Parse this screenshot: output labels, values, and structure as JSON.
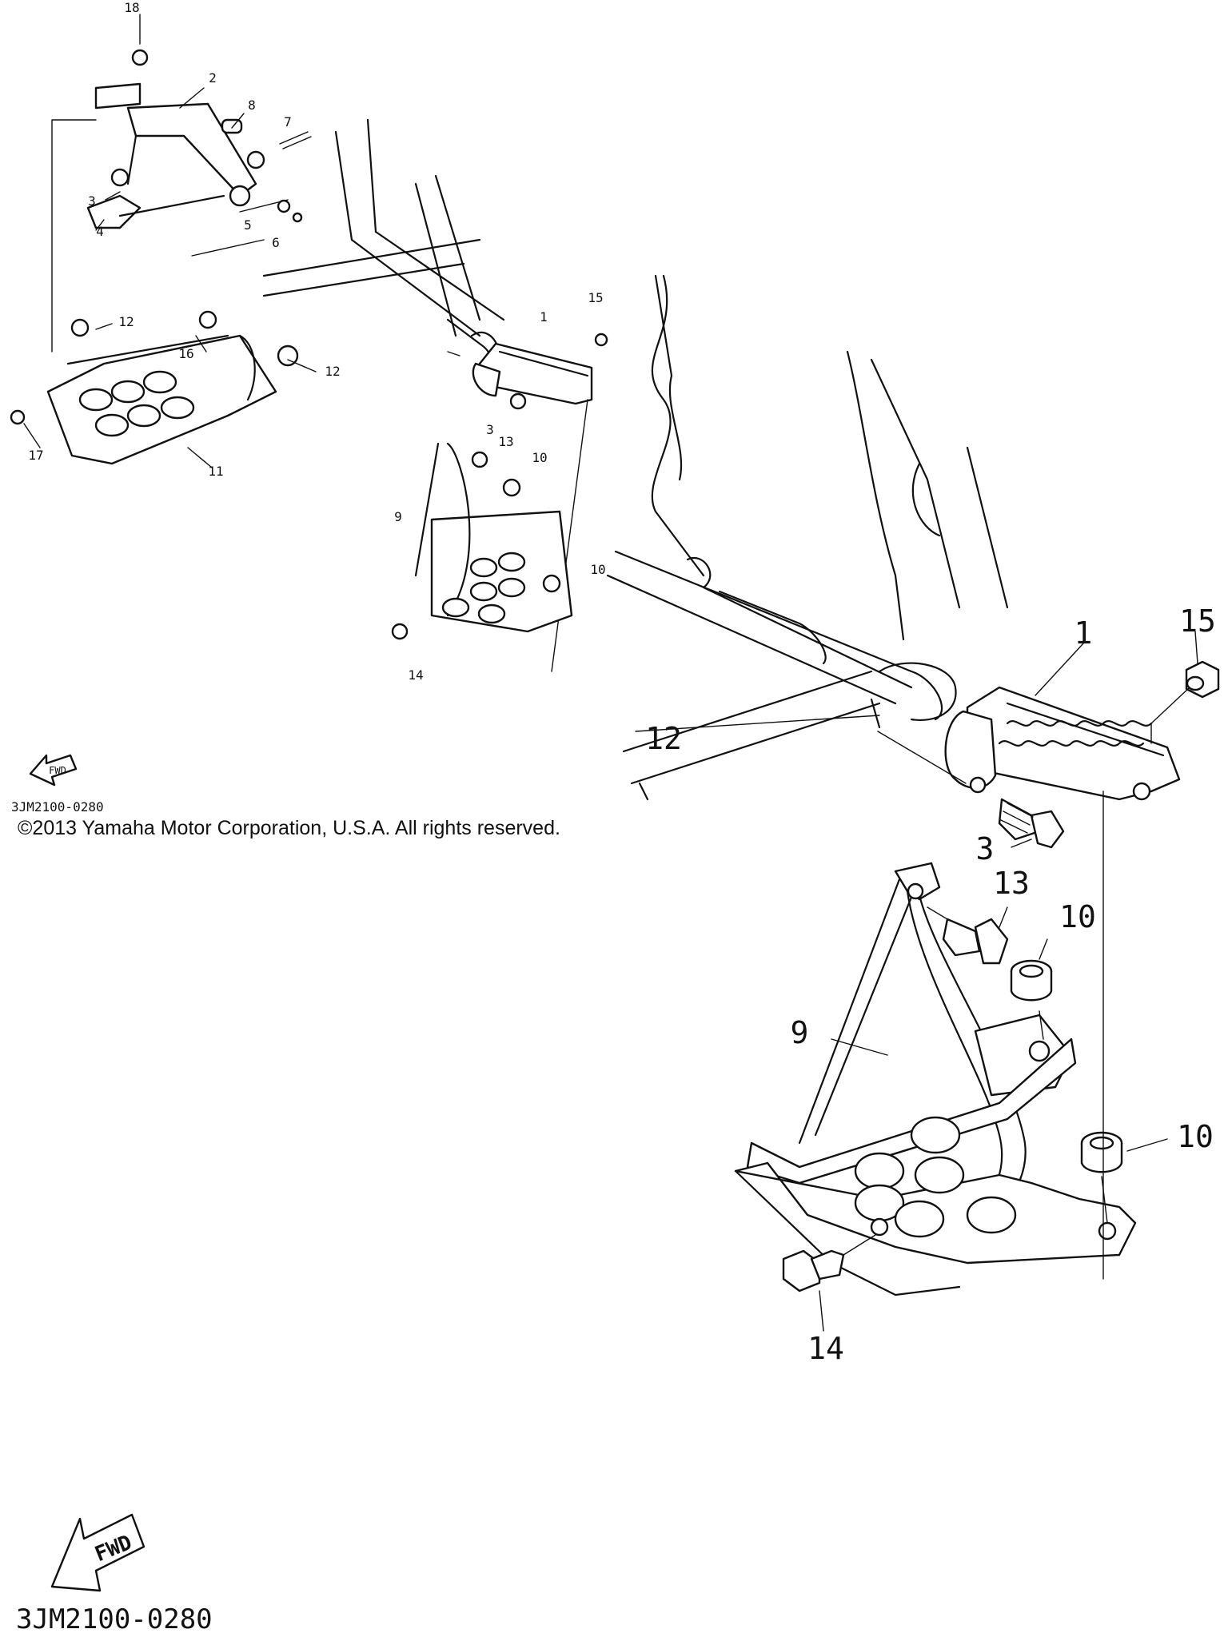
{
  "copyright": "©2013 Yamaha Motor Corporation, U.S.A. All rights reserved.",
  "fwd_label": "FWD",
  "diagram_code": "3JM2100-0280",
  "small_labels": {
    "p18": "18",
    "p2": "2",
    "p8": "8",
    "p7": "7",
    "p3a": "3",
    "p5": "5",
    "p6": "6",
    "p4": "4",
    "p12a": "12",
    "p16": "16",
    "p12b": "12",
    "p17": "17",
    "p11": "11",
    "p15": "15",
    "p1": "1",
    "p3b": "3",
    "p13": "13",
    "p10a": "10",
    "p9": "9",
    "p10b": "10",
    "p14": "14"
  },
  "large_labels": {
    "p15": "15",
    "p1": "1",
    "p12": "12",
    "p3": "3",
    "p13": "13",
    "p10a": "10",
    "p9": "9",
    "p10b": "10",
    "p14": "14"
  }
}
